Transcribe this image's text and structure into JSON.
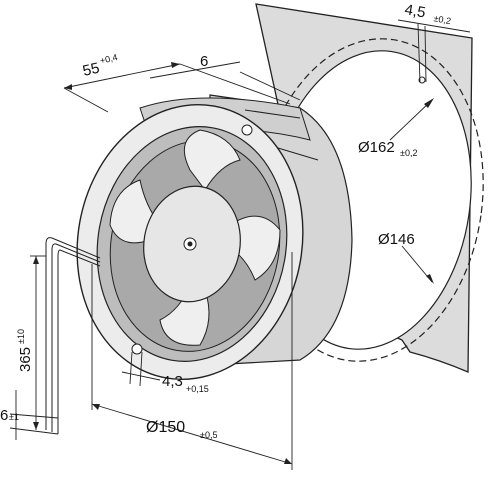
{
  "colors": {
    "panel": "#dcdcdc",
    "fan_body": "#e8e8e8",
    "fan_dark": "#bdbdbd",
    "line": "#222222",
    "background": "#ffffff"
  },
  "dimensions": {
    "depth": {
      "nominal": "55",
      "tolerance": "+0,4"
    },
    "flange": {
      "nominal": "6",
      "tolerance": ""
    },
    "hole_pitch_width": {
      "nominal": "4,5",
      "tolerance": "±0,2"
    },
    "mount_circle": {
      "nominal": "Ø162",
      "tolerance": "±0,2"
    },
    "cutout": {
      "nominal": "Ø146",
      "tolerance": ""
    },
    "cable_length": {
      "nominal": "365",
      "tolerance": "±10"
    },
    "cable_strip": {
      "nominal": "6",
      "tolerance": "±1"
    },
    "hole_diameter": {
      "nominal": "4,3",
      "tolerance": "+0,15"
    },
    "fan_diameter": {
      "nominal": "Ø150",
      "tolerance": "±0,5"
    }
  }
}
